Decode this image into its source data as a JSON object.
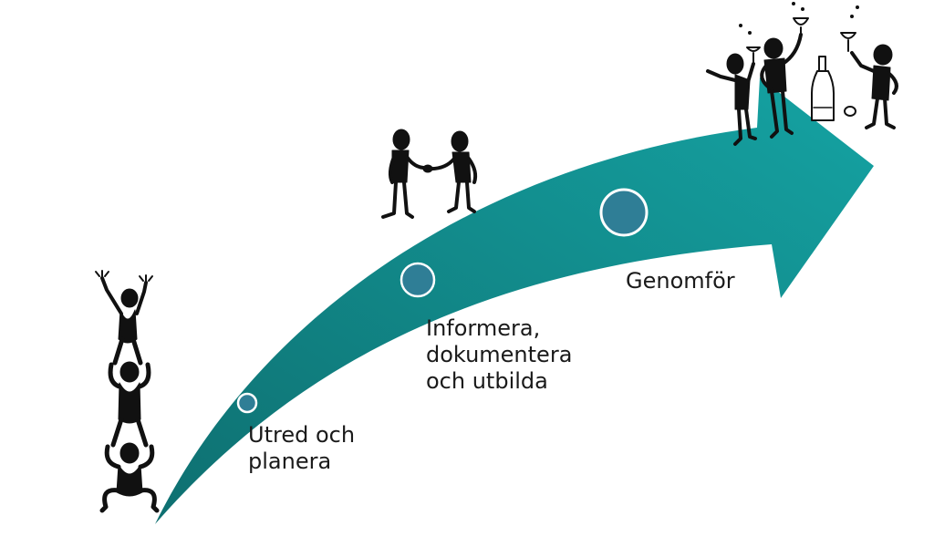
{
  "diagram": {
    "steps": [
      {
        "label": "Utred och\nplanera"
      },
      {
        "label": "Informera,\ndokumentera\noch utbilda"
      },
      {
        "label": "Genomför"
      }
    ],
    "colors": {
      "arrow_start": "#0e6f70",
      "arrow_end": "#15a3a3",
      "node_fill": "#2f7e96",
      "node_stroke": "#ffffff",
      "figure": "#111111",
      "text": "#1a1a1a"
    },
    "icons": {
      "start": "stacked-people-icon",
      "middle": "handshake-icon",
      "end": "celebration-toast-icon"
    }
  }
}
